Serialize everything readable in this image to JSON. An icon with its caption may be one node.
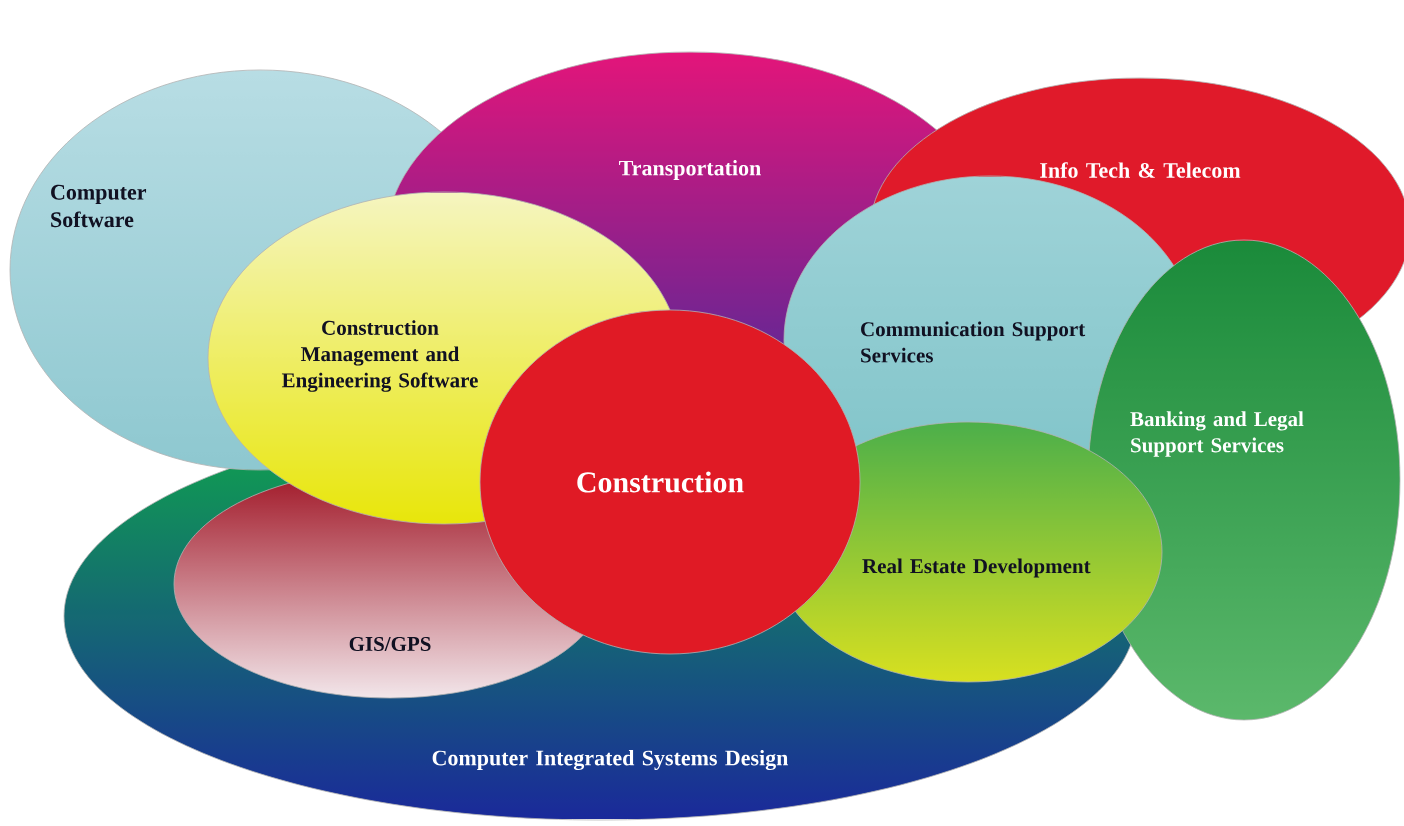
{
  "diagram": {
    "nodes": [
      {
        "text": [
          "Computer Software"
        ]
      },
      {
        "text": [
          "Transportation"
        ]
      },
      {
        "text": [
          "Info Tech & Telecom"
        ]
      },
      {
        "text": [
          "Construction Management and Engineering Software"
        ]
      },
      {
        "text": [
          "Communication Support Services"
        ]
      },
      {
        "text": [
          "Banking and Legal Support Services"
        ]
      },
      {
        "text": [
          "Construction"
        ]
      },
      {
        "text": [
          "Real Estate Development"
        ]
      },
      {
        "text": [
          "GIS/GPS"
        ],
        "in": 9
      },
      {
        "text": [
          "Computer Integrated Systems Design"
        ]
      }
    ]
  }
}
